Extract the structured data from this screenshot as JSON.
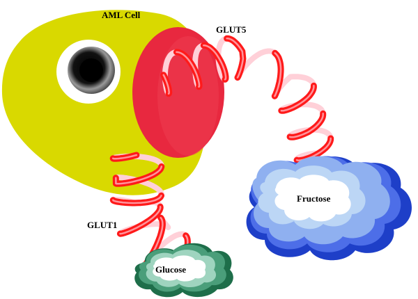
{
  "labels": {
    "cell": "AML Cell",
    "glut5": "GLUT5",
    "glut1": "GLUT1",
    "fructose": "Fructose",
    "glucose": "Glucose"
  },
  "colors": {
    "cell_body": "#d9d900",
    "membrane": "#e8283f",
    "helix": "#ff1a1a",
    "helix_light": "#ffd0d8",
    "fructose_cloud": [
      "#1e3fc8",
      "#4d6ee8",
      "#8fb0f0",
      "#bcd6f5"
    ],
    "glucose_cloud": [
      "#1e6e4a",
      "#4a9e7a",
      "#9fd4bf"
    ]
  },
  "icons": [
    "eye-icon",
    "fructose-cloud-icon",
    "glucose-cloud-icon"
  ]
}
